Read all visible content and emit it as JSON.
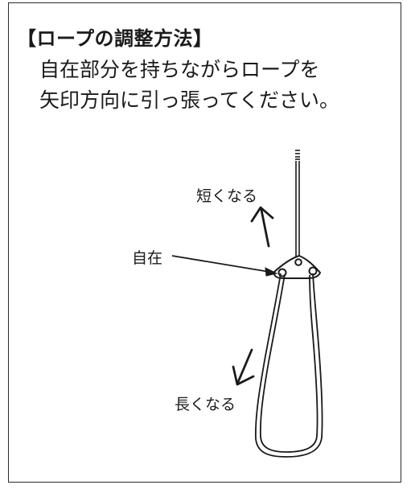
{
  "heading": "【ロープの調整方法】",
  "instruction": {
    "line1": "自在部分を持ちながらロープを",
    "line2": "矢印方向に引っ張ってください。"
  },
  "labels": {
    "shorter": "短くなる",
    "adjuster": "自在",
    "longer": "長くなる"
  },
  "colors": {
    "line": "#1a1a1a",
    "background": "#ffffff"
  }
}
